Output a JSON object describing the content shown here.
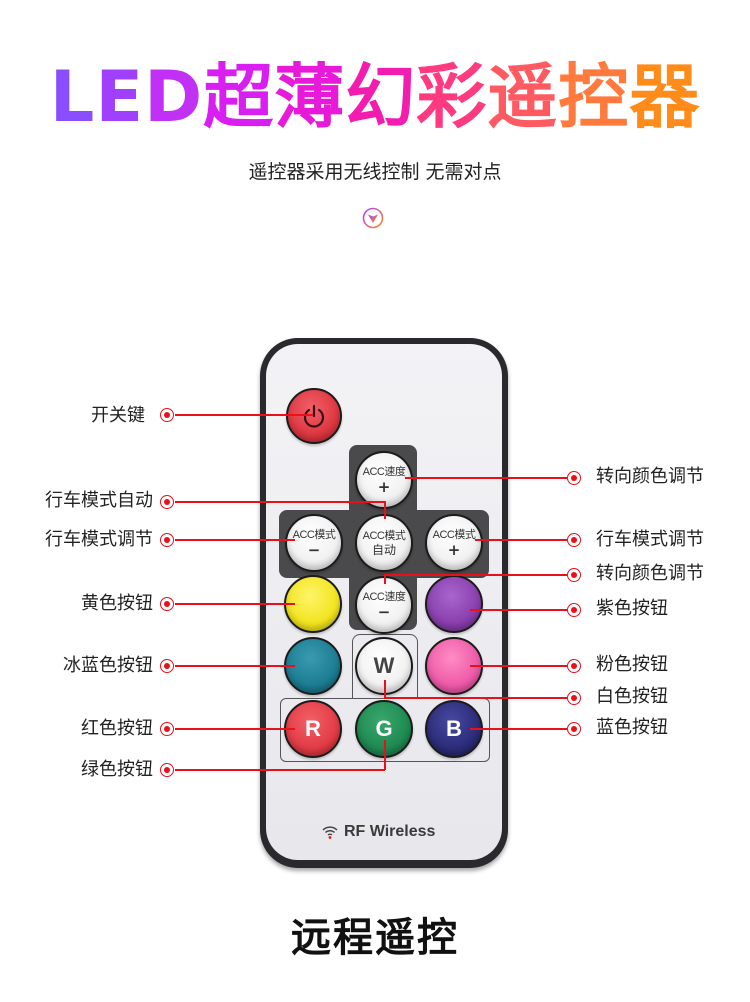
{
  "header": {
    "title_parts": [
      {
        "text": "L",
        "color": "#8a4dff"
      },
      {
        "text": "E",
        "color": "#a040ff"
      },
      {
        "text": "D",
        "color": "#c030f5"
      },
      {
        "text": "超",
        "color": "#d81ef0"
      },
      {
        "text": "薄",
        "color": "#e61ad8"
      },
      {
        "text": "幻",
        "color": "#f21cae"
      },
      {
        "text": "彩",
        "color": "#ff3a80"
      },
      {
        "text": "遥",
        "color": "#ff5a62"
      },
      {
        "text": "控",
        "color": "#ff7a3c"
      },
      {
        "text": "器",
        "color": "#ff8c1a"
      }
    ],
    "subtitle": "遥控器采用无线控制 无需对点",
    "chevron_icon": "chevron-down-circle-icon"
  },
  "remote": {
    "buttons": {
      "power": {
        "icon": "power-icon",
        "color": "#e03a44"
      },
      "acc_speed_plus": {
        "line1": "ACC速度",
        "line2": "+"
      },
      "acc_mode_minus": {
        "line1": "ACC模式",
        "line2": "−"
      },
      "acc_mode_auto": {
        "line1": "ACC模式",
        "line2": "自动"
      },
      "acc_mode_plus": {
        "line1": "ACC模式",
        "line2": "+"
      },
      "acc_speed_minus": {
        "line1": "ACC速度",
        "line2": "−"
      },
      "yellow": {
        "color": "#f2e41f"
      },
      "purple": {
        "color": "#8a3fae"
      },
      "ice_blue": {
        "color": "#1c7d92"
      },
      "white": {
        "letter": "W"
      },
      "pink": {
        "color": "#ee5aa8"
      },
      "red": {
        "letter": "R",
        "color": "#e23b46"
      },
      "green": {
        "letter": "G",
        "color": "#1f8a52"
      },
      "blue": {
        "letter": "B",
        "color": "#2c2c7a"
      }
    },
    "brand": "RF Wireless",
    "brand_icon": "wifi-icon"
  },
  "annotations": {
    "left": [
      {
        "label": "开关键"
      },
      {
        "label": "行车模式自动"
      },
      {
        "label": "行车模式调节"
      },
      {
        "label": "黄色按钮"
      },
      {
        "label": "冰蓝色按钮"
      },
      {
        "label": "红色按钮"
      },
      {
        "label": "绿色按钮"
      }
    ],
    "right": [
      {
        "label": "转向颜色调节"
      },
      {
        "label": "行车模式调节"
      },
      {
        "label": "转向颜色调节"
      },
      {
        "label": "紫色按钮"
      },
      {
        "label": "粉色按钮"
      },
      {
        "label": "白色按钮"
      },
      {
        "label": "蓝色按钮"
      }
    ],
    "line_color": "#e8101a"
  },
  "footer": {
    "title": "远程遥控"
  }
}
